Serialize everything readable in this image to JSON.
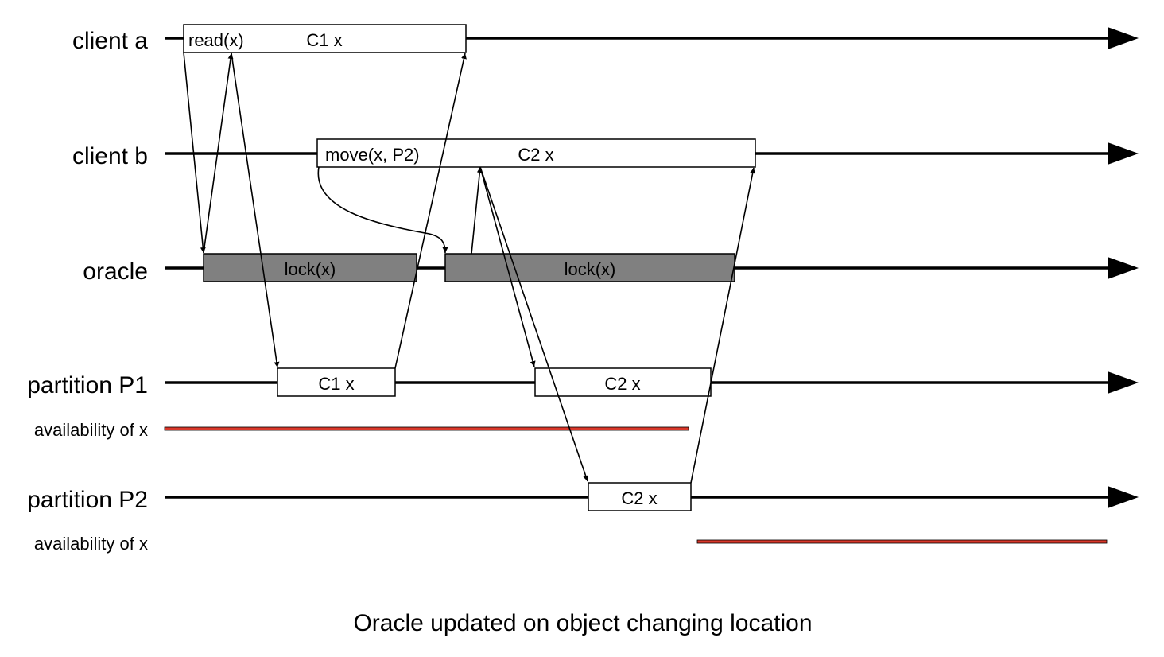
{
  "caption": "Oracle updated on object changing location",
  "lanes": [
    {
      "id": "client-a",
      "label": "client a"
    },
    {
      "id": "client-b",
      "label": "client b"
    },
    {
      "id": "oracle",
      "label": "oracle"
    },
    {
      "id": "partition-p1",
      "label": "partition P1"
    },
    {
      "id": "partition-p2",
      "label": "partition P2"
    }
  ],
  "availability_labels": [
    "availability of x",
    "availability of x"
  ],
  "boxes": {
    "client_a": {
      "left": "read(x)",
      "right": "C1 x"
    },
    "client_b": {
      "left": "move(x, P2)",
      "right": "C2 x"
    },
    "oracle_lock_1": "lock(x)",
    "oracle_lock_2": "lock(x)",
    "p1_box_1": "C1 x",
    "p1_box_2": "C2 x",
    "p2_box": "C2 x"
  },
  "colors": {
    "lock_fill": "#808080",
    "availability": "#d9372a",
    "line": "#000000"
  }
}
